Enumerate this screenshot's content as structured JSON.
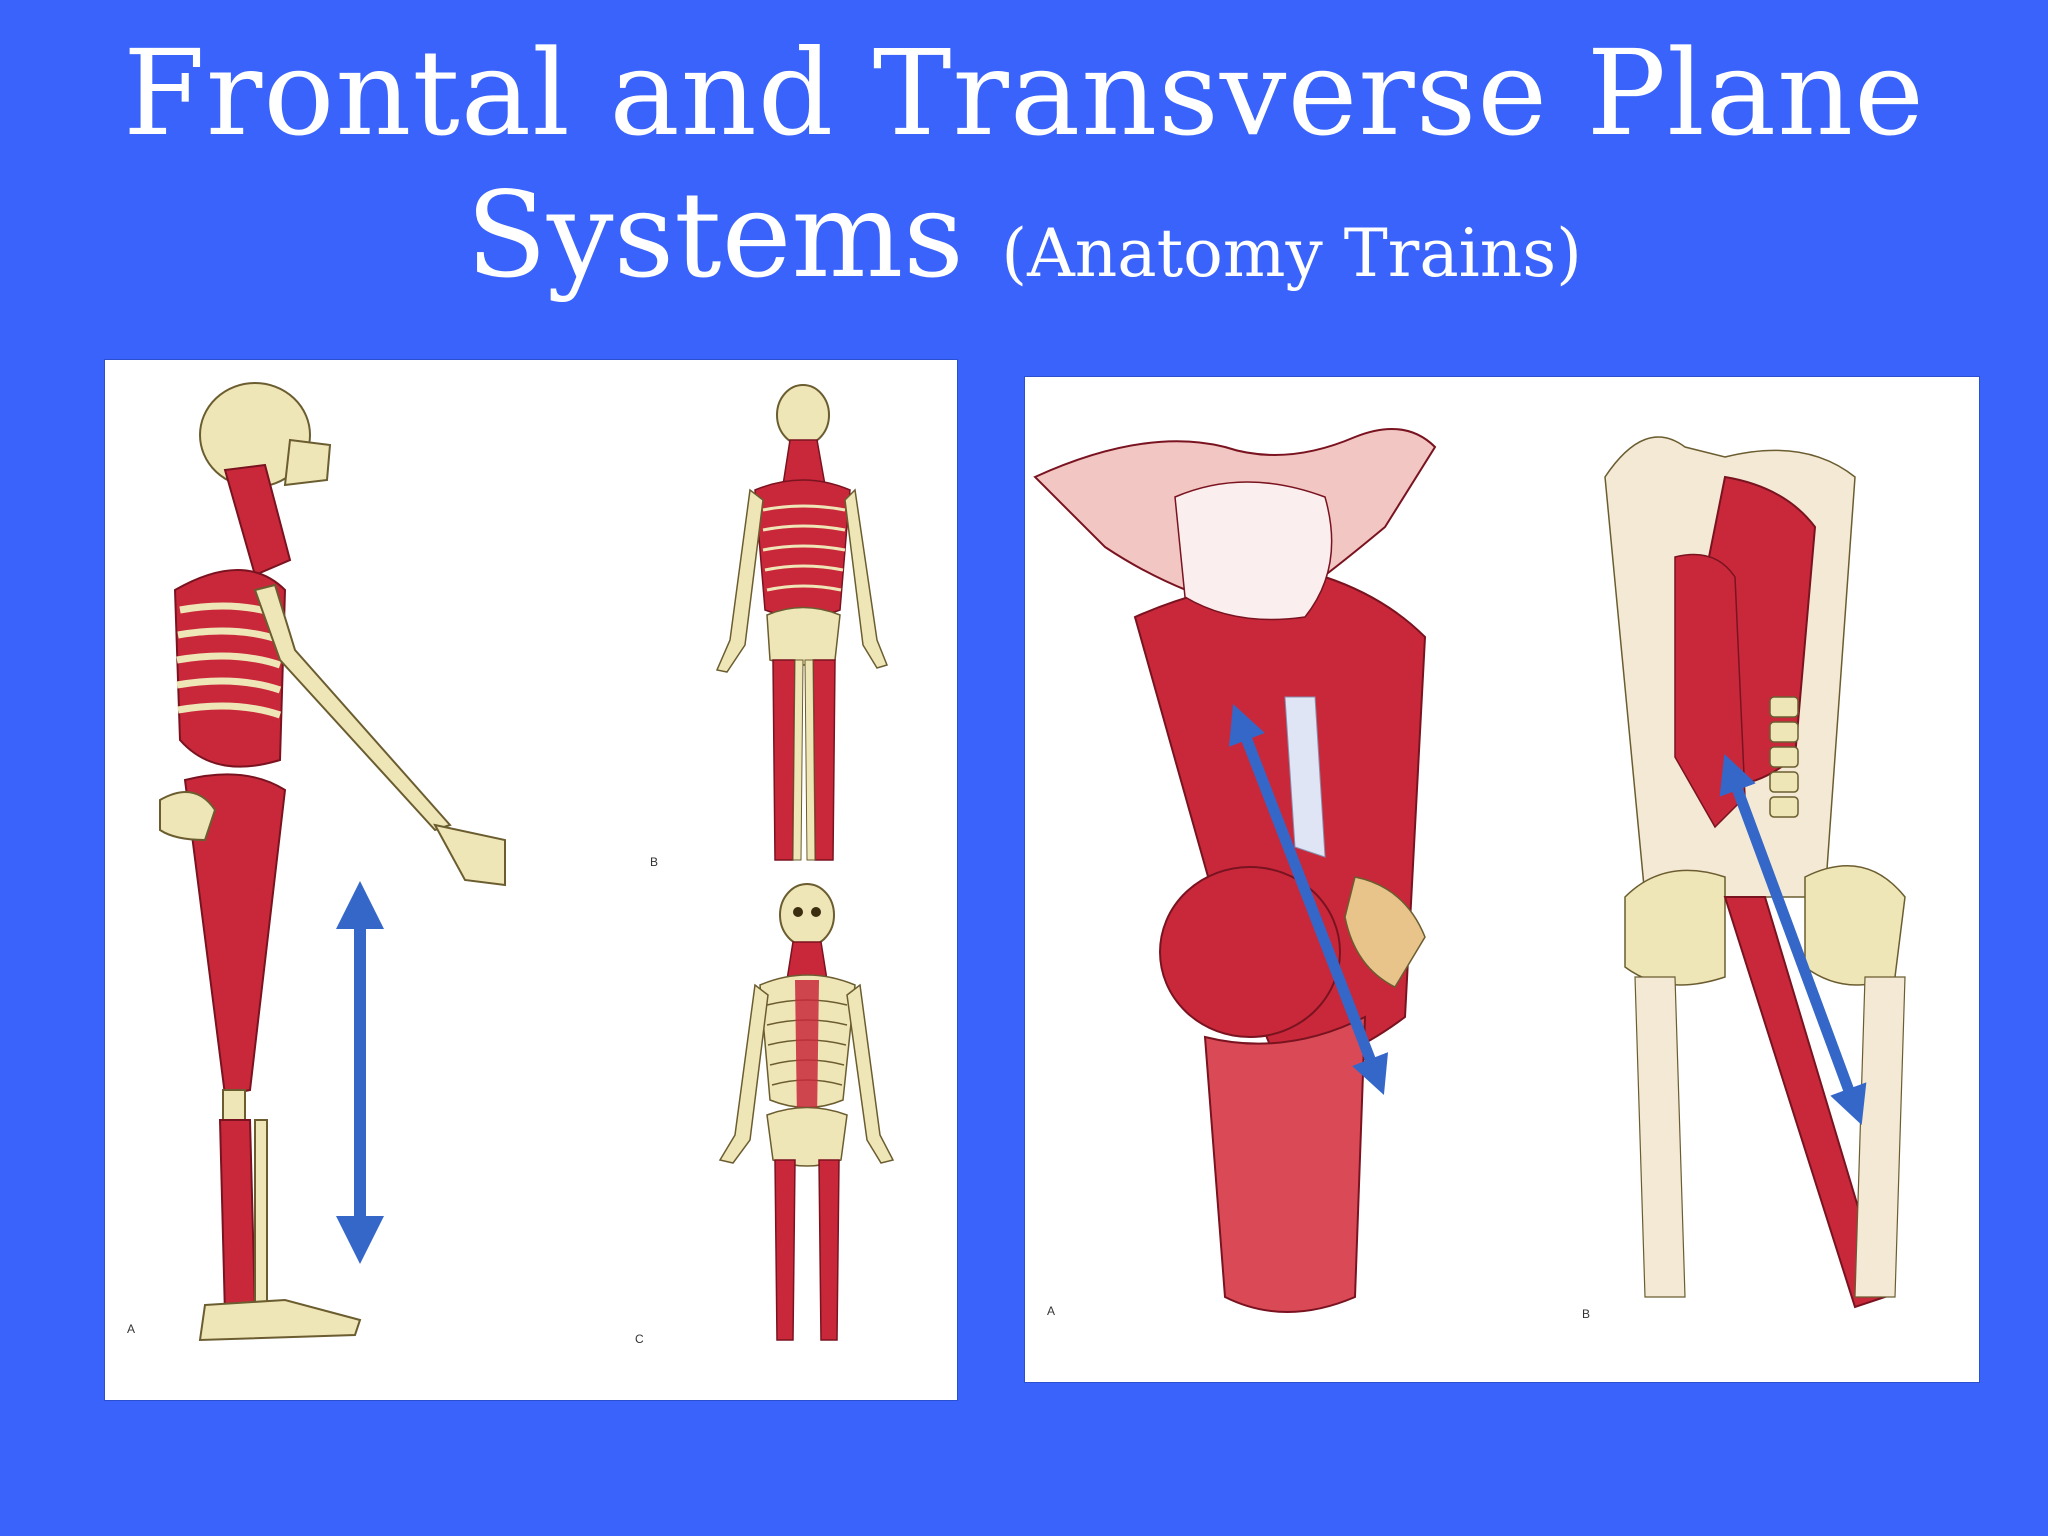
{
  "slide": {
    "title_line1": "Frontal and Transverse Plane",
    "title_line2_main": "Systems",
    "title_line2_sub": "(Anatomy Trains)"
  },
  "left_panel": {
    "labels": {
      "a": "A",
      "b": "B",
      "c": "C"
    },
    "illustrations": [
      "skeleton-lateral-view",
      "skeleton-posterior-view",
      "skeleton-anterior-view"
    ],
    "arrow": "double-headed-vertical-arrow"
  },
  "right_panel": {
    "labels": {
      "a": "A",
      "b": "B"
    },
    "illustrations": [
      "posterior-torso-muscles",
      "anterior-torso-muscles"
    ],
    "arrows": [
      "double-headed-diagonal-arrow",
      "double-headed-diagonal-arrow"
    ]
  },
  "colors": {
    "background": "#3a63fb",
    "title_text": "#ffffff",
    "muscle_red": "#c8283a",
    "bone": "#efe6b8",
    "arrow_blue": "#3567c8"
  }
}
